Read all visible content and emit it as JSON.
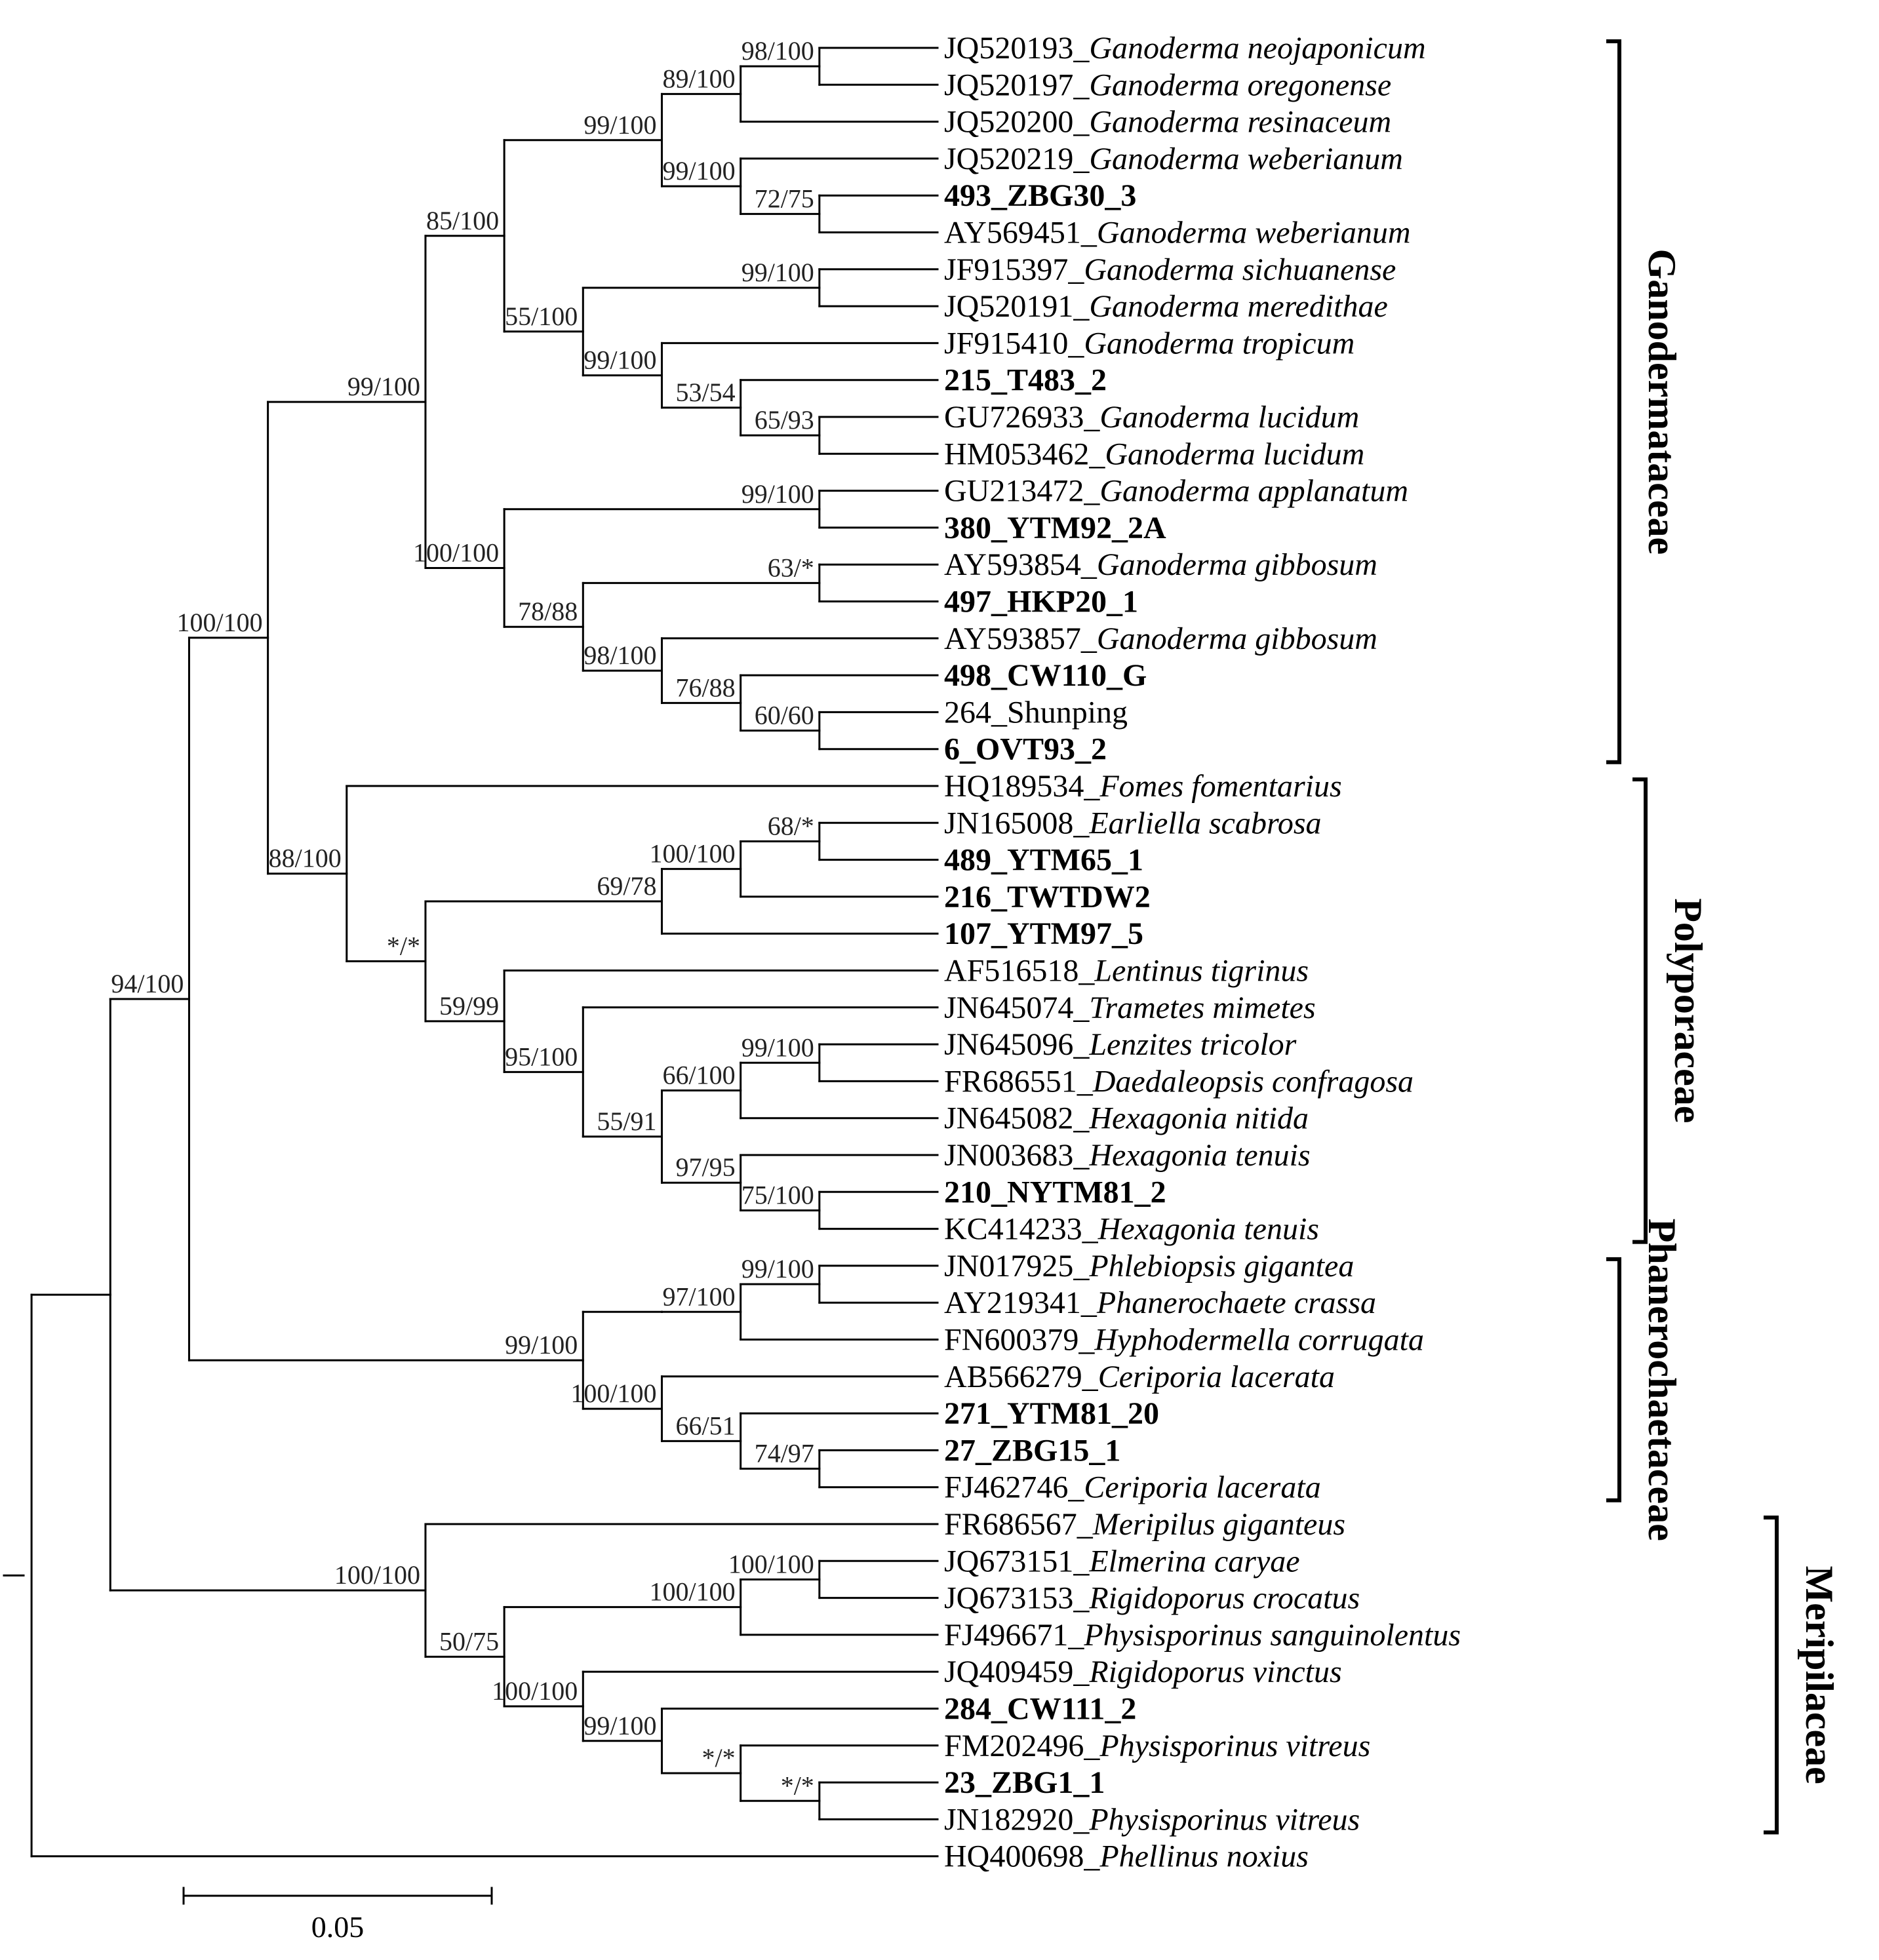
{
  "taxa": [
    {
      "id": "JQ520193",
      "species": "Ganoderma neojaponicum",
      "bold": false
    },
    {
      "id": "JQ520197",
      "species": "Ganoderma oregonense",
      "bold": false
    },
    {
      "id": "JQ520200",
      "species": "Ganoderma resinaceum",
      "bold": false
    },
    {
      "id": "JQ520219",
      "species": "Ganoderma weberianum",
      "bold": false
    },
    {
      "id": "493_ZBG30_3",
      "species": "",
      "bold": true
    },
    {
      "id": "AY569451",
      "species": "Ganoderma weberianum",
      "bold": false
    },
    {
      "id": "JF915397",
      "species": "Ganoderma sichuanense",
      "bold": false
    },
    {
      "id": "JQ520191",
      "species": "Ganoderma meredithae",
      "bold": false
    },
    {
      "id": "JF915410",
      "species": "Ganoderma tropicum",
      "bold": false
    },
    {
      "id": "215_T483_2",
      "species": "",
      "bold": true
    },
    {
      "id": "GU726933",
      "species": "Ganoderma lucidum",
      "bold": false
    },
    {
      "id": "HM053462",
      "species": "Ganoderma lucidum",
      "bold": false
    },
    {
      "id": "GU213472",
      "species": "Ganoderma applanatum",
      "bold": false
    },
    {
      "id": "380_YTM92_2A",
      "species": "",
      "bold": true
    },
    {
      "id": "AY593854",
      "species": "Ganoderma gibbosum",
      "bold": false
    },
    {
      "id": "497_HKP20_1",
      "species": "",
      "bold": true
    },
    {
      "id": "AY593857",
      "species": "Ganoderma gibbosum",
      "bold": false
    },
    {
      "id": "498_CW110_G",
      "species": "",
      "bold": true
    },
    {
      "id": "264_Shunping",
      "species": "",
      "bold": false
    },
    {
      "id": "6_OVT93_2",
      "species": "",
      "bold": true
    },
    {
      "id": "HQ189534",
      "species": "Fomes fomentarius",
      "bold": false
    },
    {
      "id": "JN165008",
      "species": "Earliella scabrosa",
      "bold": false
    },
    {
      "id": "489_YTM65_1",
      "species": "",
      "bold": true
    },
    {
      "id": "216_TWTDW2",
      "species": "",
      "bold": true
    },
    {
      "id": "107_YTM97_5",
      "species": "",
      "bold": true
    },
    {
      "id": "AF516518",
      "species": "Lentinus tigrinus",
      "bold": false
    },
    {
      "id": "JN645074",
      "species": "Trametes mimetes",
      "bold": false
    },
    {
      "id": "JN645096",
      "species": "Lenzites tricolor",
      "bold": false
    },
    {
      "id": "FR686551",
      "species": "Daedaleopsis confragosa",
      "bold": false
    },
    {
      "id": "JN645082",
      "species": "Hexagonia nitida",
      "bold": false
    },
    {
      "id": "JN003683",
      "species": "Hexagonia tenuis",
      "bold": false
    },
    {
      "id": "210_NYTM81_2",
      "species": "",
      "bold": true
    },
    {
      "id": "KC414233",
      "species": "Hexagonia tenuis",
      "bold": false
    },
    {
      "id": "JN017925",
      "species": "Phlebiopsis gigantea",
      "bold": false
    },
    {
      "id": "AY219341",
      "species": "Phanerochaete crassa",
      "bold": false
    },
    {
      "id": "FN600379",
      "species": "Hyphodermella corrugata",
      "bold": false
    },
    {
      "id": "AB566279",
      "species": "Ceriporia lacerata",
      "bold": false
    },
    {
      "id": "271_YTM81_20",
      "species": "",
      "bold": true
    },
    {
      "id": "27_ZBG15_1",
      "species": "",
      "bold": true
    },
    {
      "id": "FJ462746",
      "species": "Ceriporia lacerata",
      "bold": false
    },
    {
      "id": "FR686567",
      "species": "Meripilus giganteus",
      "bold": false
    },
    {
      "id": "JQ673151",
      "species": "Elmerina caryae",
      "bold": false
    },
    {
      "id": "JQ673153",
      "species": "Rigidoporus crocatus",
      "bold": false
    },
    {
      "id": "FJ496671",
      "species": "Physisporinus sanguinolentus",
      "bold": false
    },
    {
      "id": "JQ409459",
      "species": "Rigidoporus vinctus",
      "bold": false
    },
    {
      "id": "284_CW111_2",
      "species": "",
      "bold": true
    },
    {
      "id": "FM202496",
      "species": "Physisporinus vitreus",
      "bold": false
    },
    {
      "id": "23_ZBG1_1",
      "species": "",
      "bold": true
    },
    {
      "id": "JN182920",
      "species": "Physisporinus vitreus",
      "bold": false
    },
    {
      "id": "HQ400698",
      "species": "Phellinus noxius",
      "bold": false
    }
  ],
  "tree": [
    [
      [
        [
          [
            [
              [
                [
                  [
                    0,
                    1,
                    "98/100"
                  ],
                  2,
                  "89/100"
                ],
                [
                  3,
                  [
                    4,
                    5,
                    "72/75"
                  ],
                  "99/100"
                ],
                "99/100"
              ],
              [
                [
                  6,
                  7,
                  "99/100"
                ],
                [
                  8,
                  [
                    9,
                    [
                      10,
                      11,
                      "65/93"
                    ],
                    "53/54"
                  ],
                  "99/100"
                ],
                "55/100"
              ],
              "85/100"
            ],
            [
              [
                12,
                13,
                "99/100"
              ],
              [
                [
                  14,
                  15,
                  "63/*"
                ],
                [
                  16,
                  [
                    17,
                    [
                      18,
                      19,
                      "60/60"
                    ],
                    "76/88"
                  ],
                  "98/100"
                ],
                "78/88"
              ],
              "100/100"
            ],
            "99/100"
          ],
          [
            20,
            [
              [
                [
                  [
                    21,
                    22,
                    "68/*"
                  ],
                  23,
                  "100/100"
                ],
                24,
                "69/78"
              ],
              [
                25,
                [
                  26,
                  [
                    [
                      [
                        27,
                        28,
                        "99/100"
                      ],
                      29,
                      "66/100"
                    ],
                    [
                      30,
                      [
                        31,
                        32,
                        "75/100"
                      ],
                      "97/95"
                    ],
                    "55/91"
                  ],
                  "95/100"
                ],
                "59/99"
              ],
              "*/*"
            ],
            "88/100"
          ],
          "100/100"
        ],
        [
          [
            [
              [
                33,
                34,
                "99/100"
              ],
              35,
              "97/100"
            ]
          ],
          [
            36,
            [
              37,
              [
                38,
                39,
                "74/97"
              ],
              "66/51"
            ],
            "100/100"
          ],
          "99/100"
        ],
        "94/100"
      ],
      [
        40,
        [
          [
            [
              41,
              42,
              "100/100"
            ],
            43,
            "100/100"
          ],
          [
            44,
            [
              45,
              [
                46,
                [
                  47,
                  48,
                  "*/*"
                ],
                "*/*"
              ],
              "99/100"
            ],
            "100/100"
          ],
          "50/75"
        ],
        "100/100"
      ]
    ],
    49
  ],
  "families": [
    {
      "name": "Ganodermataceae",
      "from": 0,
      "to": 19
    },
    {
      "name": "Polyporaceae",
      "from": 20,
      "to": 32
    },
    {
      "name": "Phanerochaetaceae",
      "from": 33,
      "to": 39
    },
    {
      "name": "Meripilaceae",
      "from": 40,
      "to": 48
    }
  ],
  "scale": {
    "label": "0.05"
  }
}
